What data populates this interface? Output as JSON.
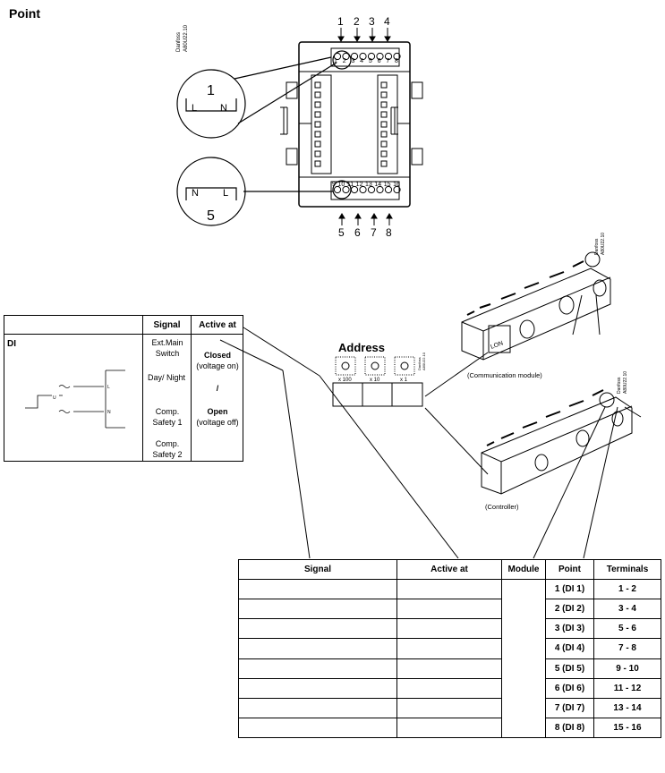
{
  "page_title": "Point",
  "terminal_diagram": {
    "stamp_brand": "Danfoss",
    "stamp_code": "A80U22.10",
    "top_arrows": [
      "1",
      "2",
      "3",
      "4"
    ],
    "top_pins": [
      "1",
      "2",
      "3",
      "4",
      "5",
      "6",
      "7",
      "8"
    ],
    "bottom_pins": [
      "9",
      "10",
      "11",
      "12",
      "13",
      "14",
      "15",
      "16"
    ],
    "bottom_arrows": [
      "5",
      "6",
      "7",
      "8"
    ],
    "circle_top_number": "1",
    "circle_top_left": "L",
    "circle_top_right": "N",
    "circle_bottom_number": "5",
    "circle_bottom_left": "N",
    "circle_bottom_right": "L"
  },
  "signal_table": {
    "headers": {
      "blank": "",
      "signal": "Signal",
      "active_at": "Active at"
    },
    "di_label": "DI",
    "circuit_labels": {
      "u": "U",
      "l": "L",
      "n": "N"
    },
    "rows": [
      {
        "signal": "Ext.Main Switch",
        "active": "Closed",
        "active_note": "(voltage on)"
      },
      {
        "signal": "Day/ Night",
        "active": "/",
        "active_note": ""
      },
      {
        "signal": "Comp. Safety 1",
        "active": "Open",
        "active_note": "(voltage off)"
      },
      {
        "signal": "Comp. Safety 2",
        "active": "",
        "active_note": ""
      }
    ]
  },
  "address": {
    "title": "Address",
    "switch_labels": [
      "x 100",
      "x 10",
      "x 1"
    ],
    "stamp_brand": "Danfoss",
    "stamp_code": "A80U22.10"
  },
  "modules": {
    "communication_label": "(Communication module)",
    "controller_label": "(Controller)",
    "lon_text": "LON",
    "stamp_comm_brand": "Danfoss",
    "stamp_comm_code": "A80U22.10",
    "stamp_ctrl_brand": "Danfoss",
    "stamp_ctrl_code": "A80U22.10"
  },
  "main_table": {
    "headers": [
      "Signal",
      "Active at",
      "Module",
      "Point",
      "Terminals"
    ],
    "rows": [
      {
        "point": "1 (DI 1)",
        "terminals": "1 - 2"
      },
      {
        "point": "2 (DI 2)",
        "terminals": "3 - 4"
      },
      {
        "point": "3 (DI 3)",
        "terminals": "5 - 6"
      },
      {
        "point": "4 (DI 4)",
        "terminals": "7 - 8"
      },
      {
        "point": "5 (DI 5)",
        "terminals": "9 - 10"
      },
      {
        "point": "6 (DI 6)",
        "terminals": "11 - 12"
      },
      {
        "point": "7 (DI 7)",
        "terminals": "13 - 14"
      },
      {
        "point": "8 (DI 8)",
        "terminals": "15 - 16"
      }
    ]
  }
}
